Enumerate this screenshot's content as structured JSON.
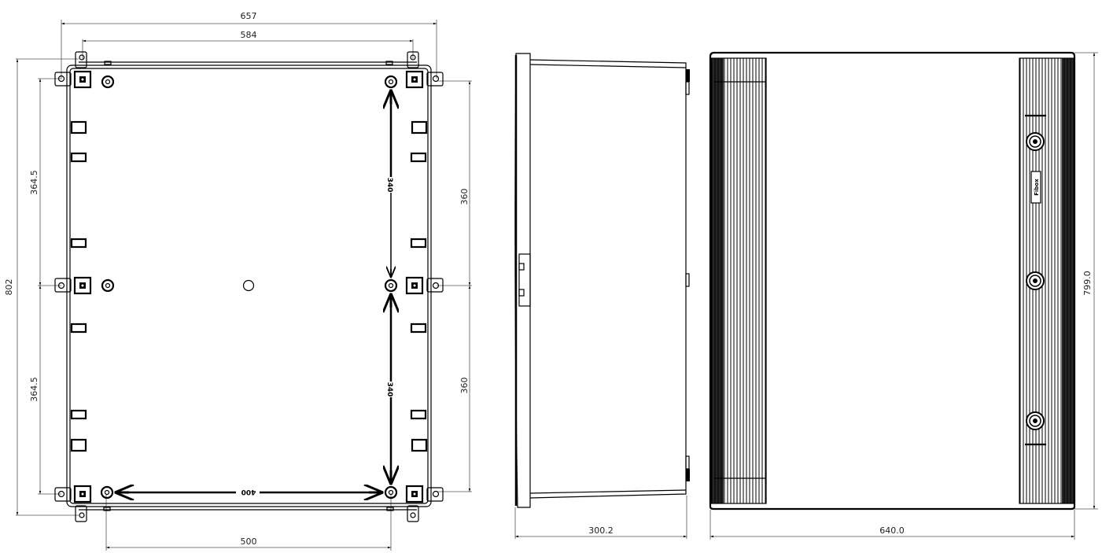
{
  "front_view": {
    "dimensions": {
      "overall_width": "657",
      "flange_width": "584",
      "overall_height": "802",
      "upper_left_height": "364.5",
      "lower_left_height": "364.5",
      "upper_right_height": "360",
      "lower_right_height": "360",
      "mount_pitch_vertical_upper": "340",
      "mount_pitch_vertical_lower": "340",
      "mount_pitch_horizontal": "400",
      "bottom_pitch": "500"
    }
  },
  "side_view": {
    "dimensions": {
      "depth": "300.2"
    }
  },
  "rear_view": {
    "dimensions": {
      "width": "640.0",
      "height": "799.0"
    },
    "label": "Fibox"
  },
  "colors": {
    "line": "#000000",
    "dimension_line": "#555555",
    "background": "#ffffff"
  }
}
